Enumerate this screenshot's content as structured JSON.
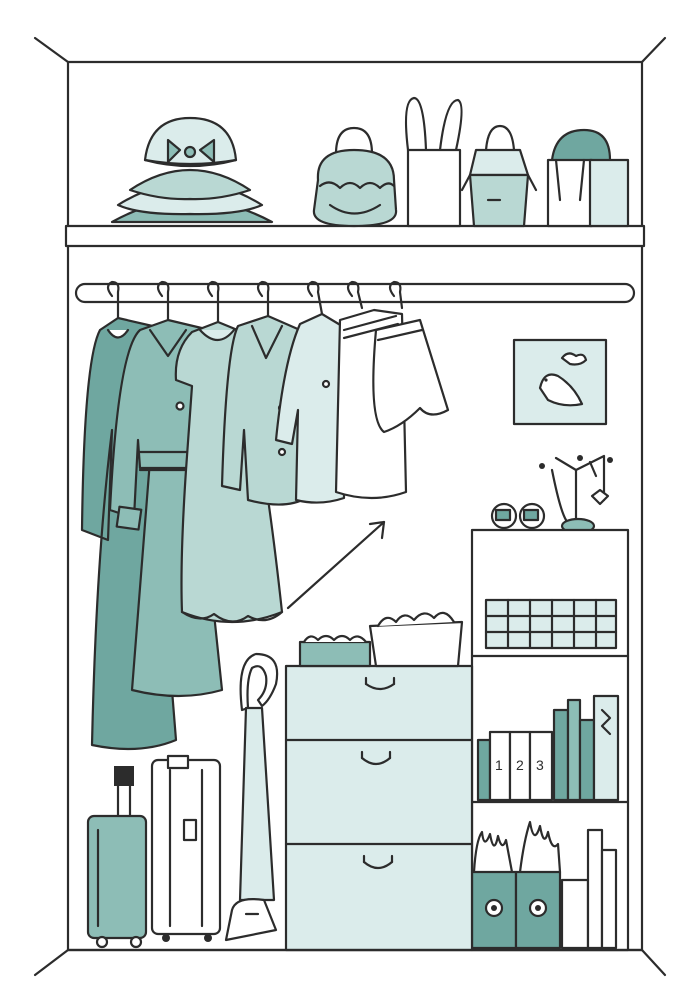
{
  "illustration": {
    "palette": {
      "line": "#2c2c2c",
      "teal_dark": "#6fa7a0",
      "teal_mid": "#8dbdb6",
      "teal_light": "#b9d8d3",
      "teal_pale": "#dbeceb",
      "paper": "#ffffff"
    },
    "binder_labels": [
      "1",
      "2",
      "3"
    ]
  }
}
